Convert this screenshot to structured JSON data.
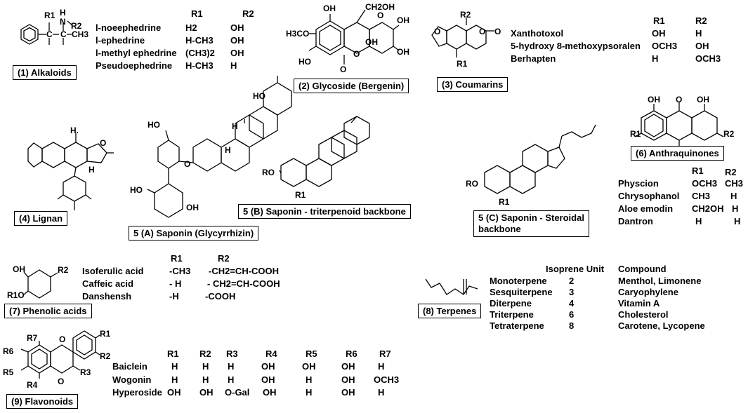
{
  "alkaloids": {
    "label": "(1) Alkaloids",
    "h1": "R1",
    "h2": "R2",
    "rows": [
      {
        "name": "l-noeephedrine",
        "r1": "H2",
        "r2": "OH"
      },
      {
        "name": "l-ephedrine",
        "r1": "H-CH3",
        "r2": "OH"
      },
      {
        "name": "l-methyl ephedrine",
        "r1": "(CH3)2",
        "r2": "OH"
      },
      {
        "name": "Pseudoephedrine",
        "r1": "H-CH3",
        "r2": "H"
      }
    ],
    "atoms": {
      "r1": "R1",
      "h": "H",
      "n": "N",
      "r2": "R2",
      "c1": "C",
      "c2": "C",
      "ch3": "CH3"
    }
  },
  "glycoside": {
    "label": "(2) Glycoside (Bergenin)",
    "atoms": {
      "ch2oh": "CH2OH",
      "oh1": "OH",
      "oh2": "OH",
      "oh3": "OH",
      "oh4": "OH",
      "h3co": "H3CO",
      "ho": "HO",
      "o1": "O",
      "o2": "O",
      "o3": "O"
    }
  },
  "coumarins": {
    "label": "(3) Coumarins",
    "h1": "R1",
    "h2": "R2",
    "rows": [
      {
        "name": "Xanthotoxol",
        "r1": "OH",
        "r2": "H"
      },
      {
        "name": "5-hydroxy 8-methoxypsoralen",
        "r1": "OCH3",
        "r2": "OH"
      },
      {
        "name": "Berhapten",
        "r1": "H",
        "r2": "OCH3"
      }
    ],
    "atoms": {
      "r2": "R2",
      "r1": "R1",
      "o1": "O",
      "o2": "O",
      "o3": "O"
    }
  },
  "lignan": {
    "label": "(4) Lignan",
    "atoms": {
      "ho": "H.",
      "o": "O",
      "h": "H"
    }
  },
  "saponin_a": {
    "label": "5 (A) Saponin (Glycyrrhizin)",
    "atoms": {
      "ho": "HO",
      "ho2": "HO",
      "oh": "OH",
      "ho3": "HO",
      "o": "O",
      "h": "H",
      "h2": "H"
    }
  },
  "saponin_b": {
    "label": "5 (B) Saponin - triterpenoid backbone",
    "atoms": {
      "ro": "RO",
      "r1": "R1"
    }
  },
  "saponin_c": {
    "label_line1": "5 (C) Saponin - Steroidal",
    "label_line2": "backbone",
    "atoms": {
      "ro": "RO",
      "r1": "R1"
    }
  },
  "anthraquinones": {
    "label": "(6) Anthraquinones",
    "h1": "R1",
    "h2": "R2",
    "rows": [
      {
        "name": "Physcion",
        "r1": "OCH3",
        "r2": "CH3"
      },
      {
        "name": "Chrysophanol",
        "r1": "CH3",
        "r2": "H"
      },
      {
        "name": "Aloe emodin",
        "r1": "CH2OH",
        "r2": "H"
      },
      {
        "name": "Dantron",
        "r1": "H",
        "r2": "H"
      }
    ],
    "atoms": {
      "oh1": "OH",
      "oh2": "OH",
      "r1": "R1",
      "r2": "R2",
      "o1": "O",
      "o2": "O"
    }
  },
  "phenolic": {
    "label": "(7) Phenolic acids",
    "h1": "R1",
    "h2": "R2",
    "rows": [
      {
        "name": "Isoferulic acid",
        "r1": "-CH3",
        "r2": "-CH2=CH-COOH"
      },
      {
        "name": "Caffeic acid",
        "r1": "- H",
        "r2": "- CH2=CH-COOH"
      },
      {
        "name": "Danshensh",
        "r1": "-H",
        "r2": "-COOH"
      }
    ],
    "atoms": {
      "oh": "OH",
      "r1o": "R1O",
      "r2": "R2"
    }
  },
  "terpenes": {
    "label": "(8) Terpenes",
    "h_unit": "Isoprene Unit",
    "h_compound": "Compound",
    "rows": [
      {
        "name": "Monoterpene",
        "unit": "2",
        "compound": "Menthol, Limonene"
      },
      {
        "name": "Sesquiterpene",
        "unit": "3",
        "compound": "Caryophylene"
      },
      {
        "name": "Diterpene",
        "unit": "4",
        "compound": "Vitamin A"
      },
      {
        "name": "Triterpene",
        "unit": "6",
        "compound": "Cholesterol"
      },
      {
        "name": "Tetraterpene",
        "unit": "8",
        "compound": "Carotene, Lycopene"
      }
    ]
  },
  "flavonoids": {
    "label": "(9) Flavonoids",
    "headers": [
      "R1",
      "R2",
      "R3",
      "R4",
      "R5",
      "R6",
      "R7"
    ],
    "rows": [
      {
        "name": "Baiclein",
        "vals": [
          "H",
          "H",
          "H",
          "OH",
          "OH",
          "OH",
          "H"
        ]
      },
      {
        "name": "Wogonin",
        "vals": [
          "H",
          "H",
          "H",
          "OH",
          "H",
          "OH",
          "OCH3"
        ]
      },
      {
        "name": "Hyperoside",
        "vals": [
          "OH",
          "OH",
          "O-Gal",
          "OH",
          "H",
          "OH",
          "H"
        ]
      }
    ],
    "atoms": {
      "r7": "R7",
      "r6": "R6",
      "r5": "R5",
      "r4": "R4",
      "r3": "R3",
      "r1": "R1",
      "r2": "R2",
      "o": "O",
      "o2": "O"
    }
  }
}
